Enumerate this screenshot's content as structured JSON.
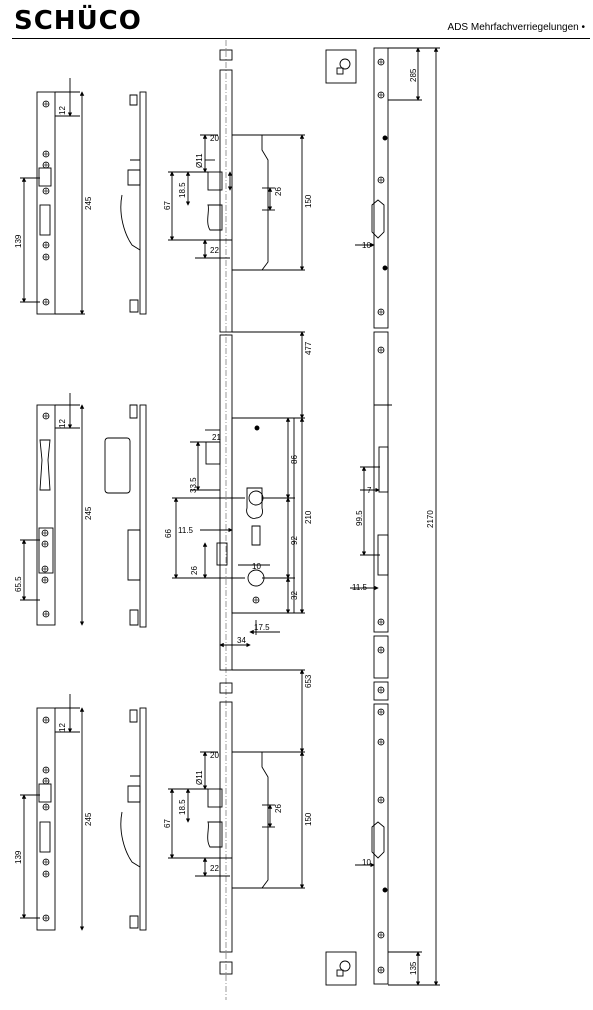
{
  "header": {
    "logo_text": "SCHÜCO",
    "title": "ADS Mehrfachverriegelungen •"
  },
  "dimensions": {
    "top_striker": {
      "d12": "12",
      "d245": "245",
      "d139": "139"
    },
    "top_lock": {
      "d20": "20",
      "d11": "Ø11",
      "d18": "18.5",
      "d67": "67",
      "d26": "26",
      "d22": "22",
      "d150": "150"
    },
    "between_top_main": {
      "d477": "477"
    },
    "main_striker": {
      "d12": "12",
      "d245": "245",
      "d65": "65.5"
    },
    "main_lock": {
      "d21": "21",
      "d86": "86",
      "d33": "33.5",
      "d66": "66",
      "d115": "11.5",
      "d210": "210",
      "d92": "92",
      "d26": "26",
      "d10": "10",
      "d32": "32",
      "d175": "17.5",
      "d34": "34"
    },
    "between_main_bottom": {
      "d653": "653"
    },
    "bottom_striker": {
      "d12": "12",
      "d245": "245",
      "d139": "139"
    },
    "bottom_lock": {
      "d20": "20",
      "d11": "Ø11",
      "d18": "18.5",
      "d67": "67",
      "d26": "26",
      "d22": "22",
      "d150": "150"
    },
    "right_rail": {
      "d285": "285",
      "d10a": "10",
      "d7": "7",
      "d995": "99.5",
      "d115": "11.5",
      "d10b": "10",
      "d2170": "2170",
      "d135": "135"
    }
  }
}
